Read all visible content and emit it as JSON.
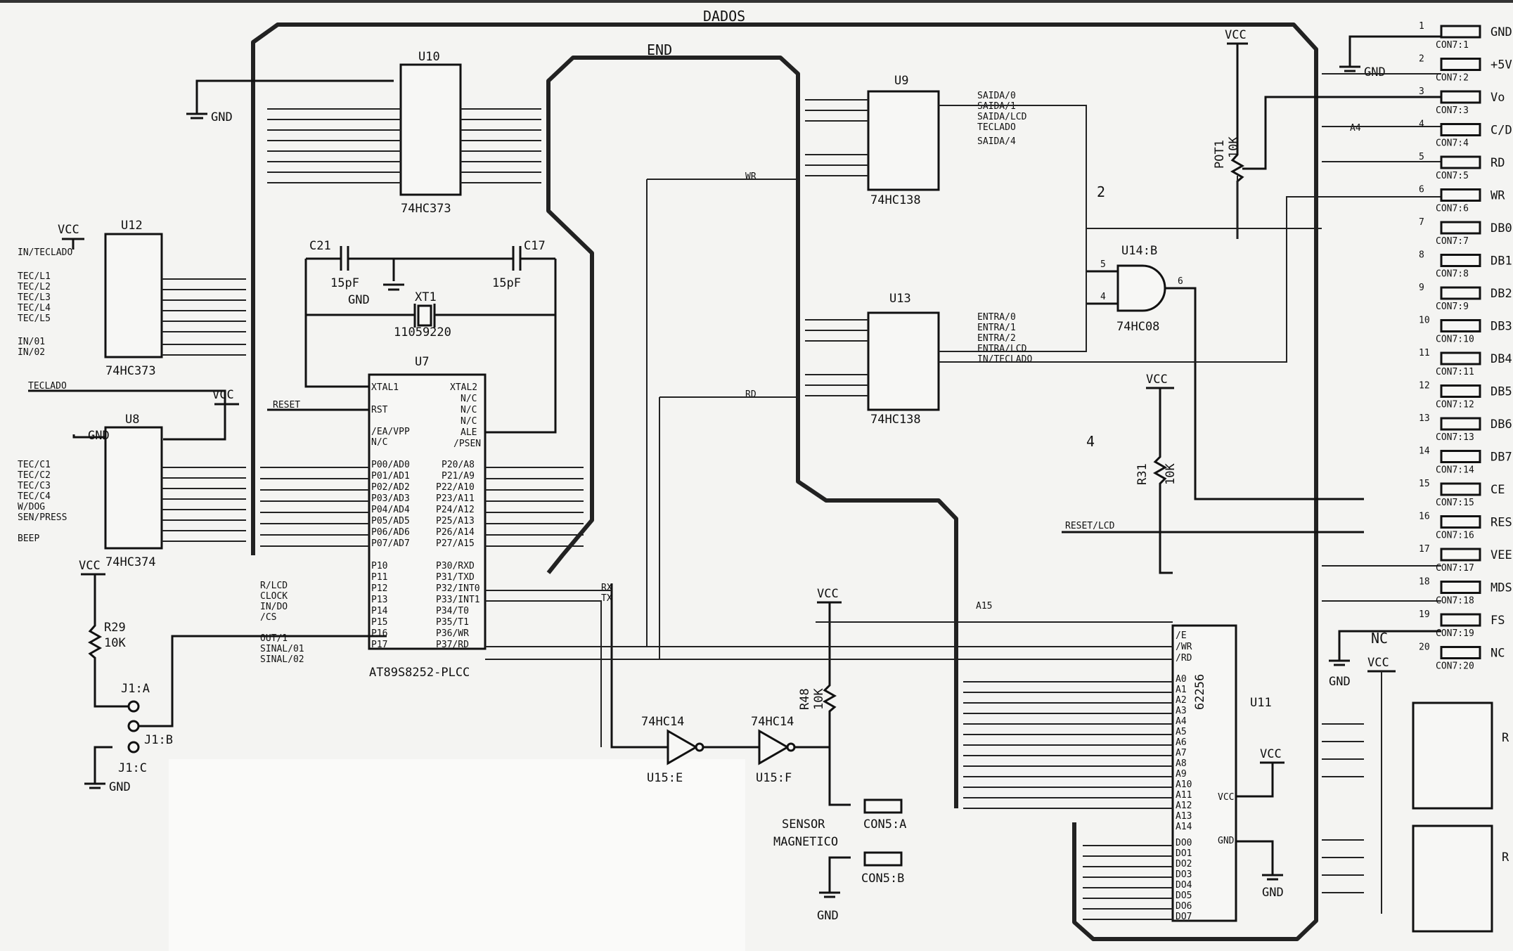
{
  "buses": {
    "dados": "DADOS",
    "end": "END"
  },
  "chips": {
    "u10": {
      "ref": "U10",
      "part": "74HC373"
    },
    "u12": {
      "ref": "U12",
      "part": "74HC373"
    },
    "u8": {
      "ref": "U8",
      "part": "74HC374"
    },
    "u9": {
      "ref": "U9",
      "part": "74HC138"
    },
    "u13": {
      "ref": "U13",
      "part": "74HC138"
    },
    "u7": {
      "ref": "U7",
      "part": "AT89S8252-PLCC"
    },
    "u14": {
      "ref": "U14:B",
      "part": "74HC08"
    },
    "u11": {
      "ref": "U11",
      "part": "62256"
    },
    "u15e": {
      "ref": "U15:E",
      "part": "74HC14"
    },
    "u15f": {
      "ref": "U15:F",
      "part": "74HC14"
    }
  },
  "passives": {
    "c21": "C21",
    "c17": "C17",
    "c_val": "15pF",
    "xtal": "XT1",
    "xtal_val": "11059220",
    "r29": "R29",
    "r29_val": "10K",
    "r31": "R31",
    "r31_val": "10K",
    "r48": "R48",
    "r48_val": "10K",
    "pot": "POT1",
    "pot_val": "10K"
  },
  "power": {
    "gnd": "GND",
    "vcc": "VCC"
  },
  "jumpers": [
    "J1:A",
    "J1:B",
    "J1:C"
  ],
  "sensor": {
    "line1": "SENSOR",
    "line2": "MAGNETICO",
    "con_a": "CON5:A",
    "con_b": "CON5:B"
  },
  "signals": {
    "in_teclado": "IN/TECLADO",
    "teclado": "TECLADO",
    "reset": "RESET",
    "wr": "WR",
    "rd": "RD",
    "rx": "RX",
    "tx": "TX",
    "reset_lcd": "RESET/LCD",
    "a15": "A15",
    "a4": "A4",
    "u12_inputs": [
      "TEC/L1",
      "TEC/L2",
      "TEC/L3",
      "TEC/L4",
      "TEC/L5",
      "IN/01",
      "IN/02"
    ],
    "u8_inputs": [
      "TEC/C1",
      "TEC/C2",
      "TEC/C3",
      "TEC/C4",
      "W/DOG",
      "SEN/PRESS",
      "BEEP"
    ],
    "u9_outputs": [
      "SAIDA/0",
      "SAIDA/1",
      "SAIDA/LCD",
      "TECLADO",
      "SAIDA/4"
    ],
    "u13_outputs": [
      "ENTRA/0",
      "ENTRA/1",
      "ENTRA/2",
      "ENTRA/LCD",
      "IN/TECLADO"
    ],
    "p1_left": [
      "R/LCD",
      "CLOCK",
      "IN/DO",
      "/CS",
      "OUT/1",
      "SINAL/01",
      "SINAL/02"
    ],
    "u7_left_pins": [
      "XTAL1",
      "RST",
      "/EA/VPP",
      "N/C",
      "P00/AD0",
      "P01/AD1",
      "P02/AD2",
      "P03/AD3",
      "P04/AD4",
      "P05/AD5",
      "P06/AD6",
      "P07/AD7",
      "P10",
      "P11",
      "P12",
      "P13",
      "P14",
      "P15",
      "P16",
      "P17"
    ],
    "u7_right_pins": [
      "XTAL2",
      "N/C",
      "N/C",
      "N/C",
      "ALE",
      "/PSEN",
      "P20/A8",
      "P21/A9",
      "P22/A10",
      "P23/A11",
      "P24/A12",
      "P25/A13",
      "P26/A14",
      "P27/A15",
      "P30/RXD",
      "P31/TXD",
      "P32/INT0",
      "P33/INT1",
      "P34/T0",
      "P35/T1",
      "P36/WR",
      "P37/RD"
    ]
  },
  "connector": [
    {
      "pin": "1",
      "ref": "CON7:1",
      "net": "GND"
    },
    {
      "pin": "2",
      "ref": "CON7:2",
      "net": "+5V"
    },
    {
      "pin": "3",
      "ref": "CON7:3",
      "net": "Vo"
    },
    {
      "pin": "4",
      "ref": "CON7:4",
      "net": "C/D"
    },
    {
      "pin": "5",
      "ref": "CON7:5",
      "net": "RD"
    },
    {
      "pin": "6",
      "ref": "CON7:6",
      "net": "WR"
    },
    {
      "pin": "7",
      "ref": "CON7:7",
      "net": "DB0"
    },
    {
      "pin": "8",
      "ref": "CON7:8",
      "net": "DB1"
    },
    {
      "pin": "9",
      "ref": "CON7:9",
      "net": "DB2"
    },
    {
      "pin": "10",
      "ref": "CON7:10",
      "net": "DB3"
    },
    {
      "pin": "11",
      "ref": "CON7:11",
      "net": "DB4"
    },
    {
      "pin": "12",
      "ref": "CON7:12",
      "net": "DB5"
    },
    {
      "pin": "13",
      "ref": "CON7:13",
      "net": "DB6"
    },
    {
      "pin": "14",
      "ref": "CON7:14",
      "net": "DB7"
    },
    {
      "pin": "15",
      "ref": "CON7:15",
      "net": "CE"
    },
    {
      "pin": "16",
      "ref": "CON7:16",
      "net": "RESET"
    },
    {
      "pin": "17",
      "ref": "CON7:17",
      "net": "VEE"
    },
    {
      "pin": "18",
      "ref": "CON7:18",
      "net": "MDS"
    },
    {
      "pin": "19",
      "ref": "CON7:19",
      "net": "FS"
    },
    {
      "pin": "20",
      "ref": "CON7:20",
      "net": "NC"
    }
  ],
  "ram_pins_left": [
    "/E",
    "/WR",
    "/RD",
    "A0",
    "A1",
    "A2",
    "A3",
    "A4",
    "A5",
    "A6",
    "A7",
    "A8",
    "A9",
    "A10",
    "A11",
    "A12",
    "A13",
    "A14",
    "DO0",
    "DO1",
    "DO2",
    "DO3",
    "DO4",
    "DO5",
    "DO6",
    "DO7"
  ],
  "ram_power": {
    "vcc": "VCC",
    "gnd": "GND"
  },
  "rpacks": [
    {
      "ref": "R"
    },
    {
      "ref": "R"
    }
  ],
  "nc": "NC",
  "handwritten": [
    "2",
    "4"
  ]
}
